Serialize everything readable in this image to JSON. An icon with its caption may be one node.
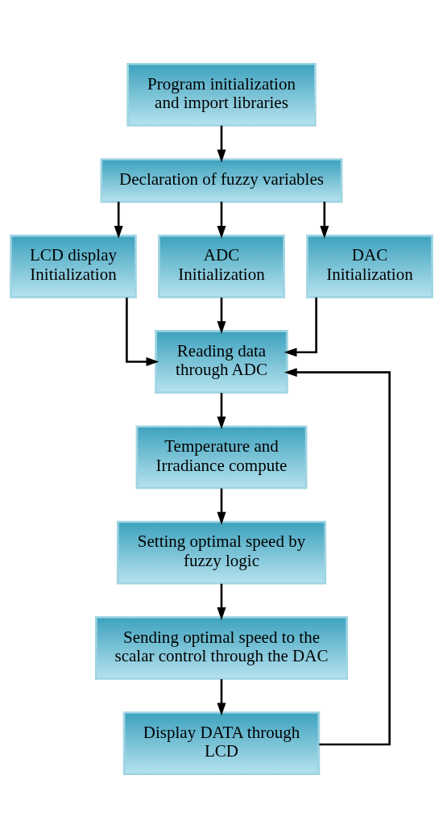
{
  "diagram": {
    "nodes": [
      {
        "text": [
          "Program initialization and import libraries"
        ]
      },
      {
        "text": [
          "Declaration of fuzzy variables"
        ]
      },
      {
        "text": [
          "LCD display Initialization"
        ]
      },
      {
        "text": [
          "ADC Initialization"
        ]
      },
      {
        "text": [
          "DAC Initialization"
        ]
      },
      {
        "text": [
          "Reading data through ADC"
        ]
      },
      {
        "text": [
          "Temperature and Irradiance compute"
        ]
      },
      {
        "text": [
          "Setting optimal speed by fuzzy logic"
        ]
      },
      {
        "text": [
          "Sending optimal speed to the scalar control through the DAC"
        ]
      },
      {
        "text": [
          "Display DATA through LCD"
        ]
      }
    ],
    "edges": [
      {
        "from": 0,
        "to": 1,
        "arrow": "to"
      },
      {
        "from": 1,
        "to": 2,
        "arrow": "to"
      },
      {
        "from": 1,
        "to": 3,
        "arrow": "to"
      },
      {
        "from": 1,
        "to": 4,
        "arrow": "to"
      },
      {
        "from": 2,
        "to": 5,
        "arrow": "to"
      },
      {
        "from": 3,
        "to": 5,
        "arrow": "to"
      },
      {
        "from": 4,
        "to": 5,
        "arrow": "to"
      },
      {
        "from": 5,
        "to": 6,
        "arrow": "to"
      },
      {
        "from": 6,
        "to": 7,
        "arrow": "to"
      },
      {
        "from": 7,
        "to": 8,
        "arrow": "to"
      },
      {
        "from": 8,
        "to": 9,
        "arrow": "to"
      },
      {
        "from": 9,
        "to": 5,
        "arrow": "to"
      }
    ]
  }
}
